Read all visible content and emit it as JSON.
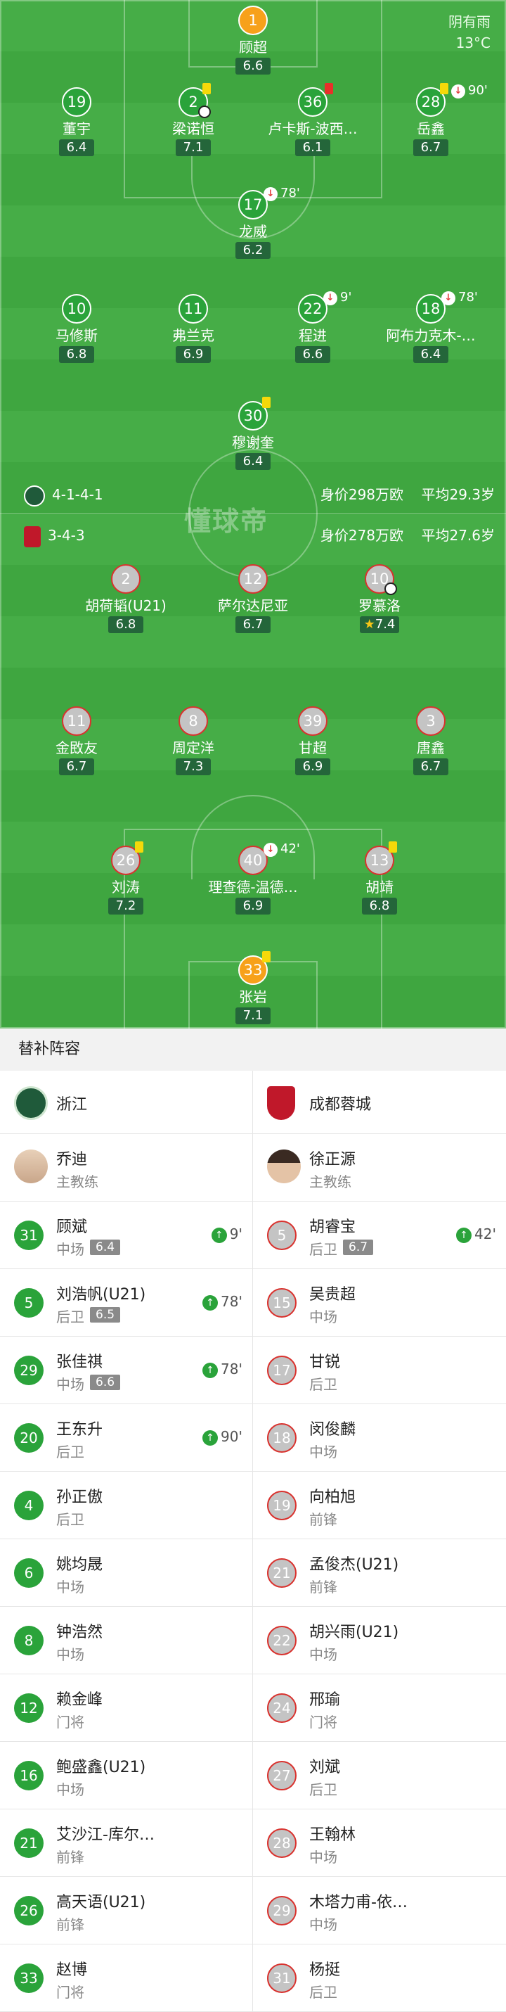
{
  "weather": {
    "condition": "阴有雨",
    "temperature": "13°C"
  },
  "watermark": "懂球帝",
  "home": {
    "formation": "4-1-4-1",
    "value": "身价298万欧",
    "avg_age": "平均29.3岁",
    "players": [
      {
        "num": "1",
        "name": "顾超",
        "rating": "6.6"
      },
      {
        "num": "19",
        "name": "董宇",
        "rating": "6.4"
      },
      {
        "num": "2",
        "name": "梁诺恒",
        "rating": "7.1"
      },
      {
        "num": "36",
        "name": "卢卡斯-波西…",
        "rating": "6.1"
      },
      {
        "num": "28",
        "name": "岳鑫",
        "rating": "6.7",
        "sub_time": "90'"
      },
      {
        "num": "17",
        "name": "龙威",
        "rating": "6.2",
        "sub_time": "78'"
      },
      {
        "num": "10",
        "name": "马修斯",
        "rating": "6.8"
      },
      {
        "num": "11",
        "name": "弗兰克",
        "rating": "6.9"
      },
      {
        "num": "22",
        "name": "程进",
        "rating": "6.6",
        "sub_time": "9'"
      },
      {
        "num": "18",
        "name": "阿布力克木-…",
        "rating": "6.4",
        "sub_time": "78'"
      },
      {
        "num": "30",
        "name": "穆谢奎",
        "rating": "6.4"
      }
    ]
  },
  "away": {
    "formation": "3-4-3",
    "value": "身价278万欧",
    "avg_age": "平均27.6岁",
    "players": [
      {
        "num": "2",
        "name": "胡荷韬(U21)",
        "rating": "6.8"
      },
      {
        "num": "12",
        "name": "萨尔达尼亚",
        "rating": "6.7"
      },
      {
        "num": "10",
        "name": "罗慕洛",
        "rating": "7.4"
      },
      {
        "num": "11",
        "name": "金敃友",
        "rating": "6.7"
      },
      {
        "num": "8",
        "name": "周定洋",
        "rating": "7.3"
      },
      {
        "num": "39",
        "name": "甘超",
        "rating": "6.9"
      },
      {
        "num": "3",
        "name": "唐鑫",
        "rating": "6.7"
      },
      {
        "num": "26",
        "name": "刘涛",
        "rating": "7.2"
      },
      {
        "num": "40",
        "name": "理查德-温德…",
        "rating": "6.9",
        "sub_time": "42'"
      },
      {
        "num": "13",
        "name": "胡靖",
        "rating": "6.8"
      },
      {
        "num": "33",
        "name": "张岩",
        "rating": "7.1"
      }
    ]
  },
  "subs": {
    "title": "替补阵容",
    "home_team": "浙江",
    "away_team": "成都蓉城",
    "home_coach": {
      "name": "乔迪",
      "role": "主教练"
    },
    "away_coach": {
      "name": "徐正源",
      "role": "主教练"
    },
    "rows": [
      {
        "l": {
          "num": "31",
          "name": "顾斌",
          "pos": "中场",
          "rating": "6.4",
          "in": "9'"
        },
        "r": {
          "num": "5",
          "name": "胡睿宝",
          "pos": "后卫",
          "rating": "6.7",
          "in": "42'"
        }
      },
      {
        "l": {
          "num": "5",
          "name": "刘浩帆(U21)",
          "pos": "后卫",
          "rating": "6.5",
          "in": "78'"
        },
        "r": {
          "num": "15",
          "name": "吴贵超",
          "pos": "中场"
        }
      },
      {
        "l": {
          "num": "29",
          "name": "张佳祺",
          "pos": "中场",
          "rating": "6.6",
          "in": "78'"
        },
        "r": {
          "num": "17",
          "name": "甘锐",
          "pos": "后卫"
        }
      },
      {
        "l": {
          "num": "20",
          "name": "王东升",
          "pos": "后卫",
          "in": "90'"
        },
        "r": {
          "num": "18",
          "name": "闵俊麟",
          "pos": "中场"
        }
      },
      {
        "l": {
          "num": "4",
          "name": "孙正傲",
          "pos": "后卫"
        },
        "r": {
          "num": "19",
          "name": "向柏旭",
          "pos": "前锋"
        }
      },
      {
        "l": {
          "num": "6",
          "name": "姚均晟",
          "pos": "中场"
        },
        "r": {
          "num": "21",
          "name": "孟俊杰(U21)",
          "pos": "前锋"
        }
      },
      {
        "l": {
          "num": "8",
          "name": "钟浩然",
          "pos": "中场"
        },
        "r": {
          "num": "22",
          "name": "胡兴雨(U21)",
          "pos": "中场"
        }
      },
      {
        "l": {
          "num": "12",
          "name": "赖金峰",
          "pos": "门将"
        },
        "r": {
          "num": "24",
          "name": "邢瑜",
          "pos": "门将"
        }
      },
      {
        "l": {
          "num": "16",
          "name": "鲍盛鑫(U21)",
          "pos": "中场"
        },
        "r": {
          "num": "27",
          "name": "刘斌",
          "pos": "后卫"
        }
      },
      {
        "l": {
          "num": "21",
          "name": "艾沙江-库尔…",
          "pos": "前锋"
        },
        "r": {
          "num": "28",
          "name": "王翰林",
          "pos": "中场"
        }
      },
      {
        "l": {
          "num": "26",
          "name": "高天语(U21)",
          "pos": "前锋"
        },
        "r": {
          "num": "29",
          "name": "木塔力甫-依…",
          "pos": "中场"
        }
      },
      {
        "l": {
          "num": "33",
          "name": "赵博",
          "pos": "门将"
        },
        "r": {
          "num": "31",
          "name": "杨挺",
          "pos": "后卫"
        }
      }
    ]
  },
  "colors": {
    "pitch": "#46ad47",
    "home_circle": "#2aa33a",
    "away_border": "#d9322e",
    "gk": "#f7a11a"
  }
}
